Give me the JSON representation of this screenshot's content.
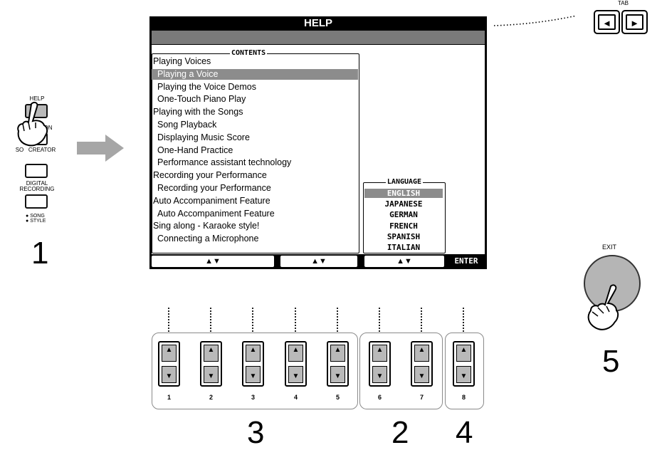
{
  "left_panel": {
    "help_label": "HELP",
    "function_label": "TION",
    "sound_creator_label": "SO   CREATOR",
    "digital_recording_label": "DIGITAL\nRECORDING",
    "song_label": "SONG",
    "style_label": "STYLE",
    "step": "1"
  },
  "lcd": {
    "title": "HELP",
    "contents_title": "CONTENTS",
    "contents": [
      {
        "label": "Playing Voices",
        "indent": false,
        "selected": false
      },
      {
        "label": "Playing a Voice",
        "indent": true,
        "selected": true
      },
      {
        "label": "Playing the Voice Demos",
        "indent": true,
        "selected": false
      },
      {
        "label": "One-Touch Piano Play",
        "indent": true,
        "selected": false
      },
      {
        "label": "Playing with the Songs",
        "indent": false,
        "selected": false
      },
      {
        "label": "Song Playback",
        "indent": true,
        "selected": false
      },
      {
        "label": "Displaying Music Score",
        "indent": true,
        "selected": false
      },
      {
        "label": "One-Hand Practice",
        "indent": true,
        "selected": false
      },
      {
        "label": "Performance assistant technology",
        "indent": true,
        "selected": false
      },
      {
        "label": "Recording your Performance",
        "indent": false,
        "selected": false
      },
      {
        "label": "Recording your Performance",
        "indent": true,
        "selected": false
      },
      {
        "label": "Auto Accompaniment Feature",
        "indent": false,
        "selected": false
      },
      {
        "label": "Auto Accompaniment Feature",
        "indent": true,
        "selected": false
      },
      {
        "label": "Sing along - Karaoke style!",
        "indent": false,
        "selected": false
      },
      {
        "label": "Connecting a Microphone",
        "indent": true,
        "selected": false
      }
    ],
    "language_title": "LANGUAGE",
    "languages": [
      {
        "label": "ENGLISH",
        "selected": true
      },
      {
        "label": "JAPANESE",
        "selected": false
      },
      {
        "label": "GERMAN",
        "selected": false
      },
      {
        "label": "FRENCH",
        "selected": false
      },
      {
        "label": "SPANISH",
        "selected": false
      },
      {
        "label": "ITALIAN",
        "selected": false
      }
    ],
    "tab_arrows": [
      "▲▼",
      "▲▼",
      "▲▼"
    ],
    "enter_label": "ENTER"
  },
  "tab": {
    "label": "TAB",
    "left": "◄",
    "right": "►"
  },
  "exit": {
    "label": "EXIT",
    "step": "5"
  },
  "buttons": {
    "numbers": [
      "1",
      "2",
      "3",
      "4",
      "5",
      "6",
      "7",
      "8"
    ],
    "up": "▲",
    "down": "▼",
    "group_steps": [
      "3",
      "2",
      "4"
    ]
  },
  "colors": {
    "lcd_frame": "#000000",
    "selection": "#8c8c8c",
    "button_face": "#b9b9b9"
  }
}
